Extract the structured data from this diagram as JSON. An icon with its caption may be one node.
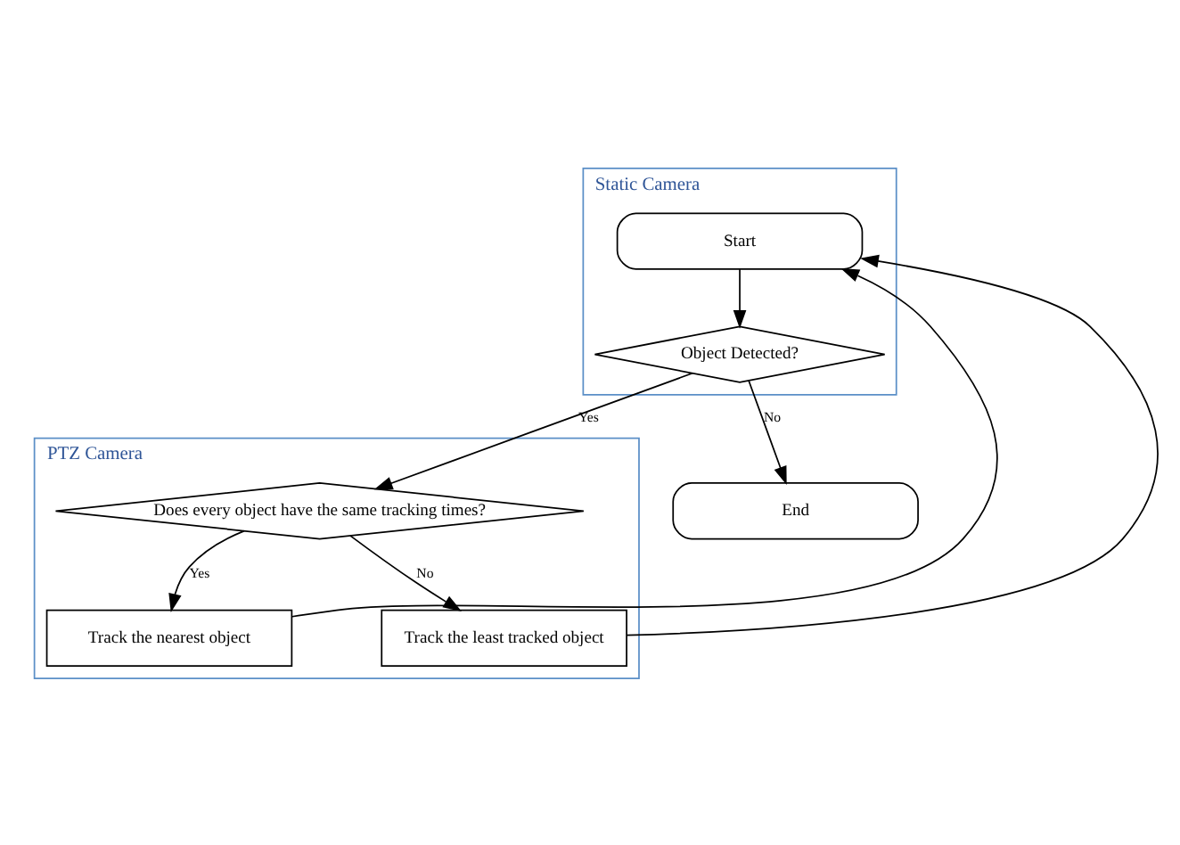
{
  "diagram": {
    "nodes": [
      {
        "text": [
          "Static Camera"
        ]
      },
      {
        "text": [
          "Start"
        ],
        "in": 0
      },
      {
        "text": [
          "Object Detected?"
        ],
        "in": 0
      },
      {
        "text": [
          "PTZ Camera"
        ]
      },
      {
        "text": [
          "Does every object have the same tracking times?"
        ],
        "in": 3
      },
      {
        "text": [
          "Track the nearest object"
        ],
        "in": 3
      },
      {
        "text": [
          "Track the least tracked object"
        ],
        "in": 3
      },
      {
        "text": [
          "End"
        ]
      }
    ],
    "edges": [
      {
        "from": 1,
        "to": 2,
        "arrow": "to"
      },
      {
        "from": 2,
        "to": 4,
        "arrow": "to",
        "label": "Yes"
      },
      {
        "from": 2,
        "to": 7,
        "arrow": "to",
        "label": "No"
      },
      {
        "from": 4,
        "to": 5,
        "arrow": "to",
        "label": "Yes"
      },
      {
        "from": 4,
        "to": 6,
        "arrow": "to",
        "label": "No"
      },
      {
        "from": 5,
        "to": 1,
        "arrow": "to"
      },
      {
        "from": 6,
        "to": 1,
        "arrow": "to"
      }
    ]
  }
}
